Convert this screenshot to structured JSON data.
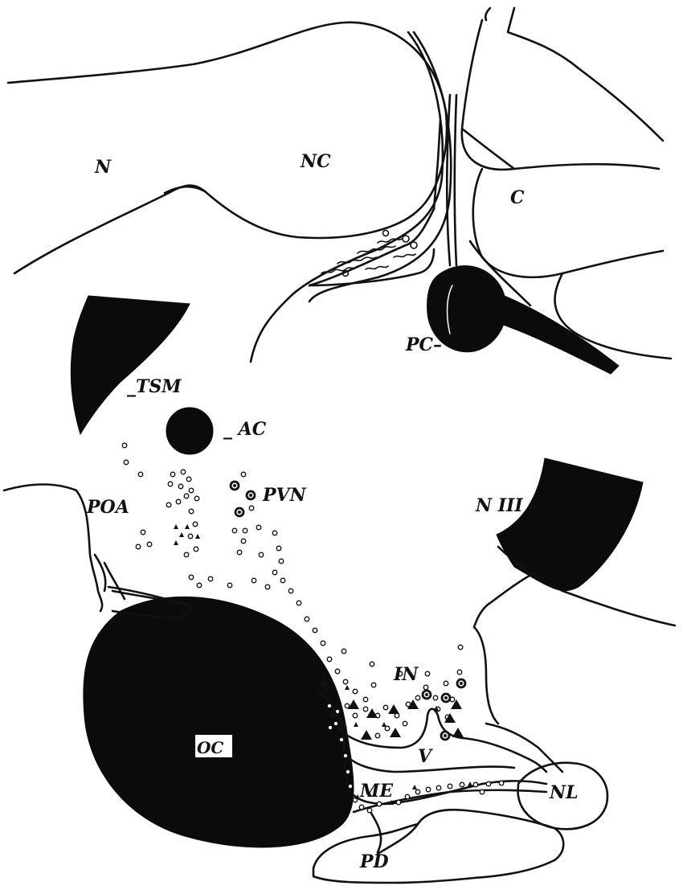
{
  "figure": {
    "labels": {
      "n": "N",
      "nc": "NC",
      "c": "C",
      "pc": "PC–",
      "tsm": "_TSM",
      "ac": "_ AC",
      "pvn": "PVN",
      "poa": "POA",
      "niii": "N III –",
      "in": "IN",
      "oc": "OC",
      "v": "V",
      "me": "ME",
      "nl": "NL",
      "pd": "PD"
    },
    "colors": {
      "ink": "#111111",
      "paper": "#ffffff"
    },
    "markers": {
      "small-cells": "open-circle",
      "large-cells": "ringed-dot",
      "triangles": "filled-triangle"
    }
  }
}
